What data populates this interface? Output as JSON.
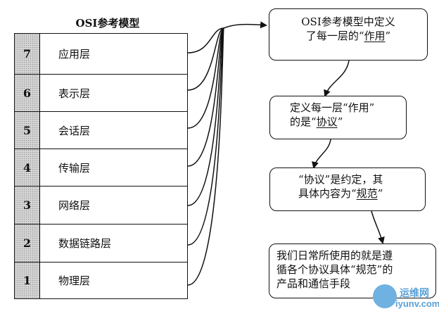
{
  "osi_title": "OSI参考模型",
  "layers": [
    {
      "num": "7",
      "name": "应用层"
    },
    {
      "num": "6",
      "name": "表示层"
    },
    {
      "num": "5",
      "name": "会话层"
    },
    {
      "num": "4",
      "name": "传输层"
    },
    {
      "num": "3",
      "name": "网络层"
    },
    {
      "num": "2",
      "name": "数据链路层"
    },
    {
      "num": "1",
      "name": "物理层"
    }
  ],
  "boxes": {
    "b1_l1": "OSI参考模型中定义",
    "b1_l2a": "了每一层的“",
    "b1_l2u": "作用",
    "b1_l2b": "”",
    "b2_l1": "定义每一层“作用”",
    "b2_l2a": "的是“",
    "b2_l2u": "协议",
    "b2_l2b": "”",
    "b3_l1": "“协议”是约定，其",
    "b3_l2a": "具体内容为“",
    "b3_l2u": "规范",
    "b3_l2b": "”",
    "b4_l1": "我们日常所使用的就是遵",
    "b4_l2": "循各个协议具体“规范”的",
    "b4_l3": "产品和通信手段"
  },
  "watermark": {
    "line1": "运维网",
    "line2": "iyunv.com"
  }
}
